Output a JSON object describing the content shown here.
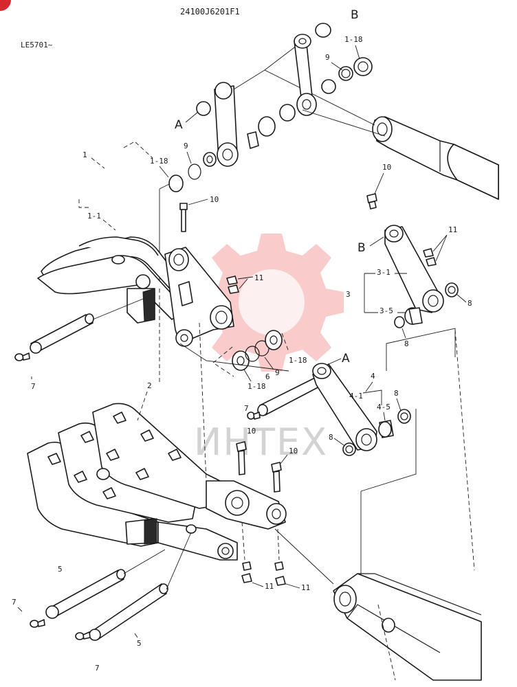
{
  "header": {
    "drawing_number": "24100J6201F1",
    "serial": "LE5701~"
  },
  "watermark": {
    "text": "ИНТЕХ",
    "color": "#f4a0a0"
  },
  "callouts": {
    "1": "1",
    "1_1": "1-1",
    "1_18": "1-18",
    "2": "2",
    "3": "3",
    "3_1": "3-1",
    "3_5": "3-5",
    "4": "4",
    "4_1": "4-1",
    "4_5": "4-5",
    "5": "5",
    "6": "6",
    "7": "7",
    "8": "8",
    "9": "9",
    "10": "10",
    "11": "11",
    "A": "A",
    "B": "B"
  }
}
